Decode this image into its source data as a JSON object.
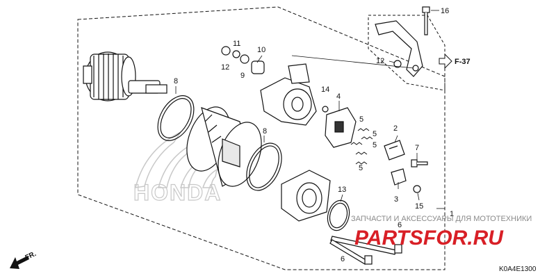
{
  "diagram": {
    "callouts": {
      "c1": "1",
      "c2": "2",
      "c3": "3",
      "c4": "4",
      "c5a": "5",
      "c5b": "5",
      "c5c": "5",
      "c5d": "5",
      "c6a": "6",
      "c6b": "6",
      "c7": "7",
      "c8a": "8",
      "c8b": "8",
      "c9": "9",
      "c10": "10",
      "c11": "11",
      "c12a": "12",
      "c12b": "12",
      "c13": "13",
      "c14": "14",
      "c15": "15",
      "c16": "16"
    },
    "reference": "F-37",
    "front_label": "FR.",
    "diagram_code": "K0A4E1300",
    "honda_logo_text": "HONDA"
  },
  "watermark": {
    "tagline": "ЗАПЧАСТИ И АКСЕССУАРЫ ДЛЯ МОТОТЕХНИКИ",
    "brand": "PARTSFOR.RU"
  },
  "colors": {
    "line": "#111111",
    "watermark_red": "#d81f26",
    "watermark_gray": "#8a8a8a",
    "logo_gray": "#c8c8c8"
  }
}
